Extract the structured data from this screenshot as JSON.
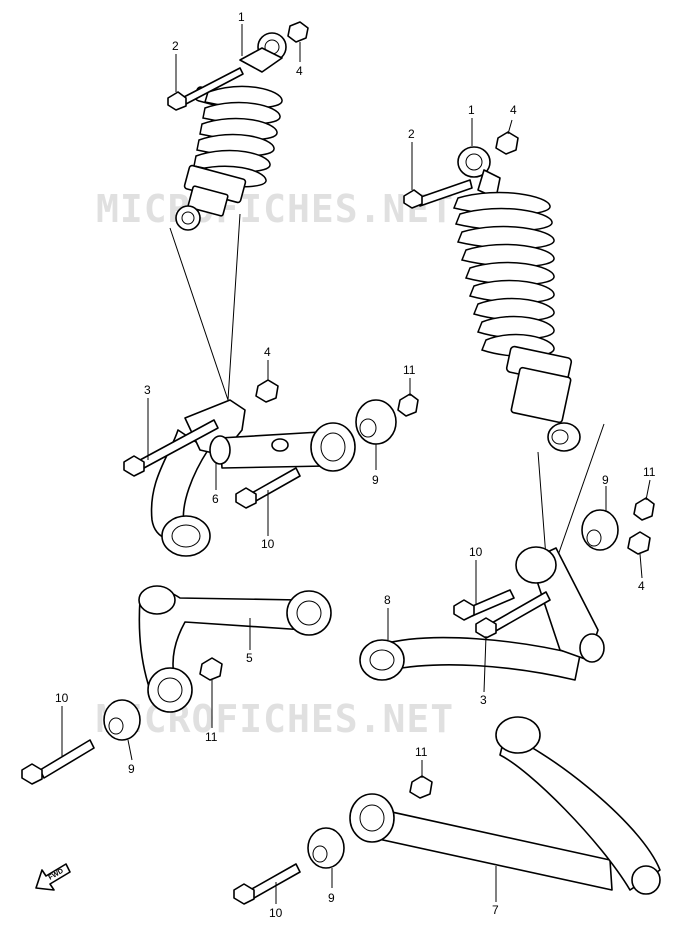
{
  "watermark": {
    "upper": "MICROFICHES.NET",
    "lower": "MICROFICHES.NET"
  },
  "fwd_label": "FWD",
  "callouts": {
    "c1_left": "1",
    "c2_left": "2",
    "c4_left_top": "4",
    "c1_right": "1",
    "c2_right": "2",
    "c4_right_top": "4",
    "c4_mid": "4",
    "c3_left": "3",
    "c11_mid": "11",
    "c6": "6",
    "c9_mid": "9",
    "c10_mid": "10",
    "c11_right": "11",
    "c9_right": "9",
    "c4_right": "4",
    "c10_right": "10",
    "c8": "8",
    "c3_right": "3",
    "c5": "5",
    "c10_left": "10",
    "c11_low": "11",
    "c9_left": "9",
    "c11_bottom": "11",
    "c9_bottom": "9",
    "c7": "7",
    "c10_bottom": "10"
  }
}
